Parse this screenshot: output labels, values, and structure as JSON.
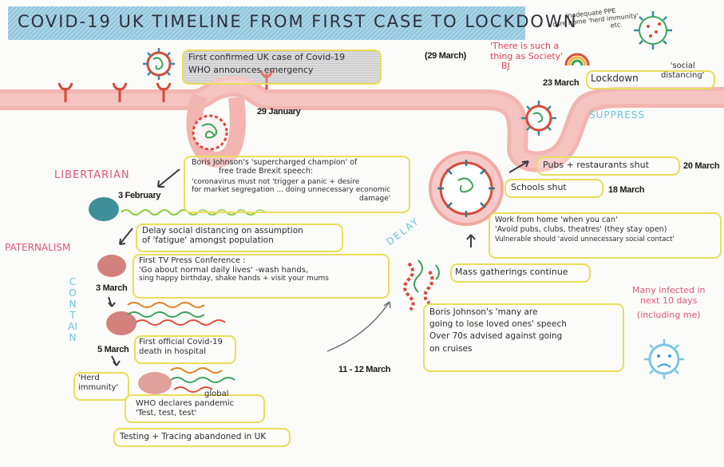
{
  "title": "COVID-19 UK TIMELINE FROM FIRST CASE TO LOCKDOWN",
  "ppe_note": [
    "inadequate PPE",
    "care home 'herd immunity'",
    "etc."
  ],
  "society_quote": [
    "'There is such a",
    "thing as Society'",
    "BJ"
  ],
  "first_case": [
    "First confirmed UK case of Covid-19",
    "WHO announces emergency"
  ],
  "lockdown": {
    "label": "Lockdown",
    "note": [
      "'social",
      "distancing'"
    ]
  },
  "stages": {
    "suppress": "SUPPRESS",
    "contain": "CONTAIN",
    "delay": "DELAY"
  },
  "labels": {
    "libertarian": "LIBERTARIAN",
    "paternalism": "PATERNALISM"
  },
  "brexit_speech": [
    "Boris Johnson's 'supercharged champion' of",
    "free trade Brexit speech:",
    "'coronavirus must not 'trigger a panic + desire",
    "for market segregation ... doing unnecessary economic",
    "damage'"
  ],
  "delay_distancing": [
    "Delay social distancing on assumption",
    "of 'fatigue' amongst population"
  ],
  "press_conference": [
    "First TV Press Conference :",
    "'Go about normal daily lives' -wash hands,",
    "sing happy birthday, shake hands + visit your mums"
  ],
  "first_death": [
    "First official Covid-19",
    "death in hospital"
  ],
  "herd_immunity": [
    "'Herd",
    "immunity'"
  ],
  "who_pandemic": [
    "global",
    "WHO declares pandemic",
    "'Test, test, test'"
  ],
  "testing": "Testing + Tracing abandoned in UK",
  "mass_gatherings": "Mass gatherings continue",
  "loved_ones": [
    "Boris Johnson's 'many are",
    "going to lose loved ones' speech",
    "Over 70s advised against going",
    "on cruises"
  ],
  "pubs_shut": "Pubs + restaurants shut",
  "schools_shut": "Schools shut",
  "work_from_home": [
    "Work from home 'when you can'",
    "'Avoid pubs, clubs, theatres' (they stay open)",
    "Vulnerable should 'avoid unnecessary social contact'"
  ],
  "many_infected": [
    "Many infected in",
    "next 10 days",
    "(including me)"
  ],
  "dates": {
    "march_29": "(29 March)",
    "jan_29": "29 January",
    "march_23": "23 March",
    "feb_3": "3 February",
    "march_3": "3 March",
    "march_5": "5 March",
    "march_11_12": "11 - 12 March",
    "march_20": "20 March",
    "march_18": "18 March"
  }
}
